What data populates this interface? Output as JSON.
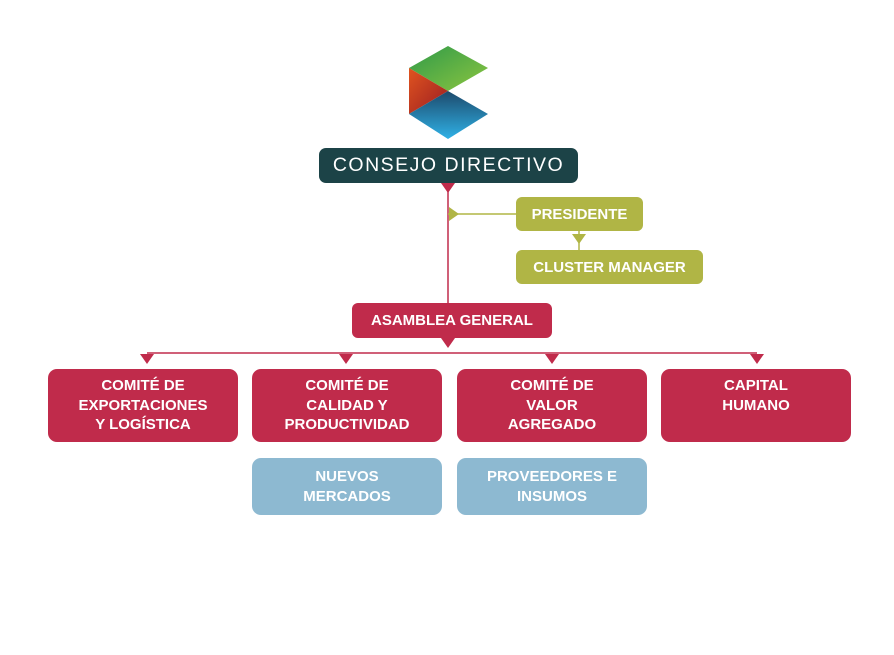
{
  "colors": {
    "dark_teal": "#1c4347",
    "olive": "#b0b545",
    "crimson": "#c02b4b",
    "light_blue": "#8db9d1",
    "connector": "#c02b4b",
    "olive_connector": "#b0b545"
  },
  "logo": {
    "icon": "cluster-logo-icon"
  },
  "nodes": {
    "consejo": "CONSEJO DIRECTIVO",
    "presidente": "PRESIDENTE",
    "cluster_manager": "CLUSTER MANAGER",
    "asamblea": "ASAMBLEA GENERAL",
    "comites": [
      "COMITÉ DE\nEXPORTACIONES\nY LOGÍSTICA",
      "COMITÉ DE\nCALIDAD Y\nPRODUCTIVIDAD",
      "COMITÉ DE\nVALOR\nAGREGADO",
      "CAPITAL\nHUMANO"
    ],
    "subcomites": [
      "NUEVOS\nMERCADOS",
      "PROVEEDORES E\nINSUMOS"
    ]
  }
}
